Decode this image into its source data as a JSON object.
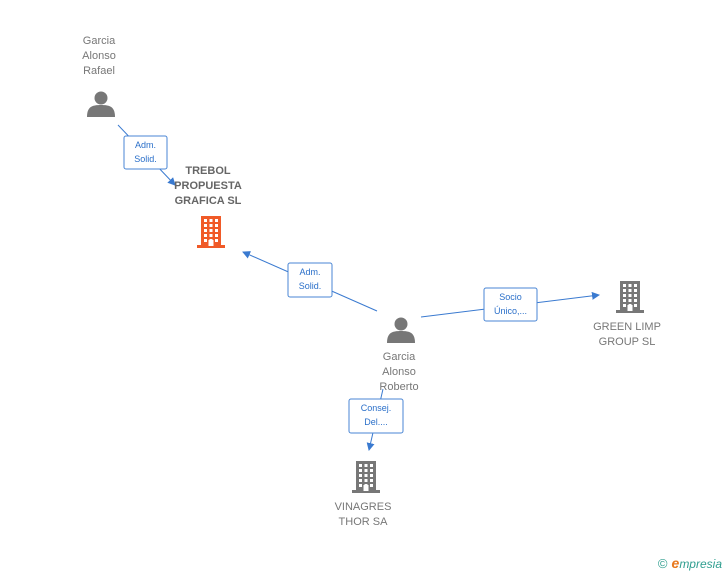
{
  "colors": {
    "edge": "#3a7ad0",
    "label_text": "#2a6fc9",
    "person_icon": "#777777",
    "company_icon": "#777777",
    "focus_company_icon": "#f05a28",
    "brand_accent": "#e8791e",
    "brand_teal": "#2f9e8f"
  },
  "nodes": {
    "rafael": {
      "type": "person",
      "icon": "person-icon",
      "label": [
        "Garcia",
        "Alonso",
        "Rafael"
      ]
    },
    "trebol": {
      "type": "company",
      "icon": "building-icon",
      "focus": true,
      "label": [
        "TREBOL",
        "PROPUESTA",
        "GRAFICA SL"
      ]
    },
    "roberto": {
      "type": "person",
      "icon": "person-icon",
      "label": [
        "Garcia",
        "Alonso",
        "Roberto"
      ]
    },
    "greenlimp": {
      "type": "company",
      "icon": "building-icon",
      "label": [
        "GREEN LIMP",
        "GROUP  SL"
      ]
    },
    "vinagres": {
      "type": "company",
      "icon": "building-icon",
      "label": [
        "VINAGRES",
        "THOR SA"
      ]
    }
  },
  "edges": [
    {
      "id": "e1",
      "from": "rafael",
      "to": "trebol",
      "label": [
        "Adm.",
        "Solid."
      ]
    },
    {
      "id": "e2",
      "from": "roberto",
      "to": "trebol",
      "label": [
        "Adm.",
        "Solid."
      ]
    },
    {
      "id": "e3",
      "from": "roberto",
      "to": "greenlimp",
      "label": [
        "Socio",
        "Único,..."
      ]
    },
    {
      "id": "e4",
      "from": "roberto",
      "to": "vinagres",
      "label": [
        "Consej.",
        "Del...."
      ]
    }
  ],
  "footer": {
    "copyright": "©",
    "brand_initial": "e",
    "brand_rest": "mpresia"
  }
}
